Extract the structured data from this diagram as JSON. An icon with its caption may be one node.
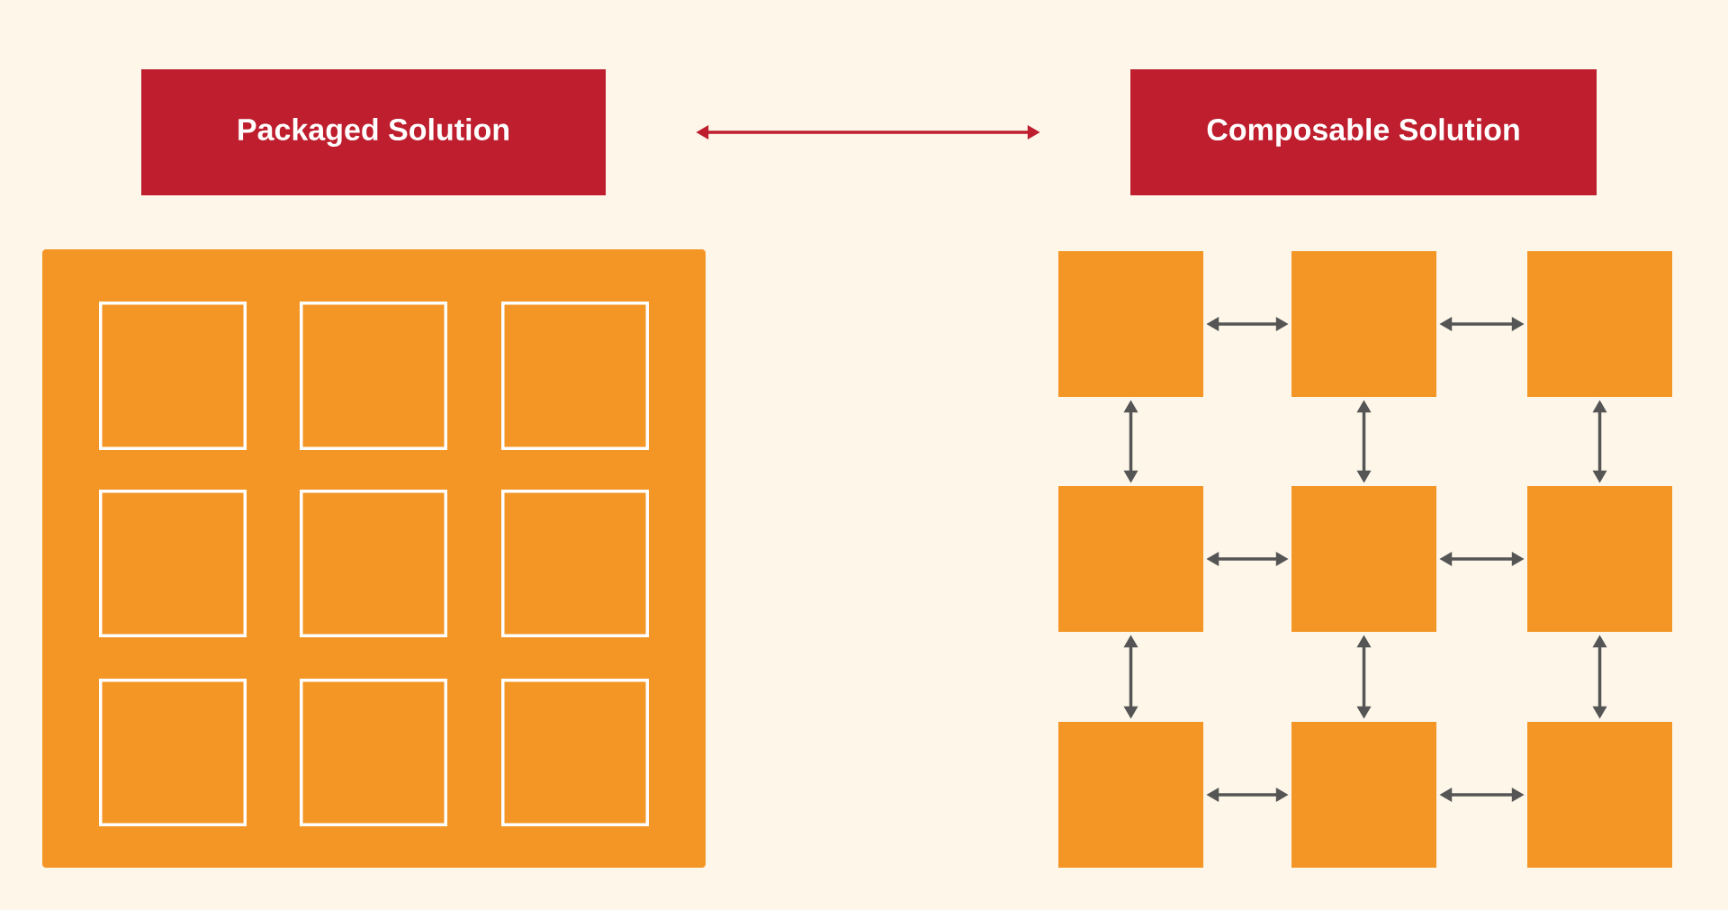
{
  "diagram": {
    "nodes": [
      {
        "text": [
          "Packaged Solution"
        ]
      },
      {
        "text": [
          "Composable Solution"
        ]
      },
      {
        "text": [],
        "shape": "box"
      },
      {
        "text": [],
        "shape": "box",
        "in": 2
      },
      {
        "text": [],
        "shape": "box",
        "in": 2
      },
      {
        "text": [],
        "shape": "box",
        "in": 2
      },
      {
        "text": [],
        "shape": "box",
        "in": 2
      },
      {
        "text": [],
        "shape": "box",
        "in": 2
      },
      {
        "text": [],
        "shape": "box",
        "in": 2
      },
      {
        "text": [],
        "shape": "box",
        "in": 2
      },
      {
        "text": [],
        "shape": "box",
        "in": 2
      },
      {
        "text": [],
        "shape": "box",
        "in": 2
      },
      {
        "text": [],
        "shape": "box"
      },
      {
        "text": [],
        "shape": "box"
      },
      {
        "text": [],
        "shape": "box"
      },
      {
        "text": [],
        "shape": "box"
      },
      {
        "text": [],
        "shape": "box"
      },
      {
        "text": [],
        "shape": "box"
      },
      {
        "text": [],
        "shape": "box"
      },
      {
        "text": [],
        "shape": "box"
      },
      {
        "text": [],
        "shape": "box"
      }
    ],
    "edges": [
      {
        "from": 0,
        "to": 1,
        "arrow": "both",
        "color": "#be1e2d"
      },
      {
        "from": 12,
        "to": 13,
        "arrow": "both"
      },
      {
        "from": 13,
        "to": 14,
        "arrow": "both"
      },
      {
        "from": 12,
        "to": 15,
        "arrow": "both"
      },
      {
        "from": 13,
        "to": 16,
        "arrow": "both"
      },
      {
        "from": 14,
        "to": 17,
        "arrow": "both"
      },
      {
        "from": 15,
        "to": 16,
        "arrow": "both"
      },
      {
        "from": 16,
        "to": 17,
        "arrow": "both"
      },
      {
        "from": 15,
        "to": 18,
        "arrow": "both"
      },
      {
        "from": 16,
        "to": 19,
        "arrow": "both"
      },
      {
        "from": 17,
        "to": 20,
        "arrow": "both"
      },
      {
        "from": 18,
        "to": 19,
        "arrow": "both"
      },
      {
        "from": 19,
        "to": 20,
        "arrow": "both"
      }
    ]
  }
}
